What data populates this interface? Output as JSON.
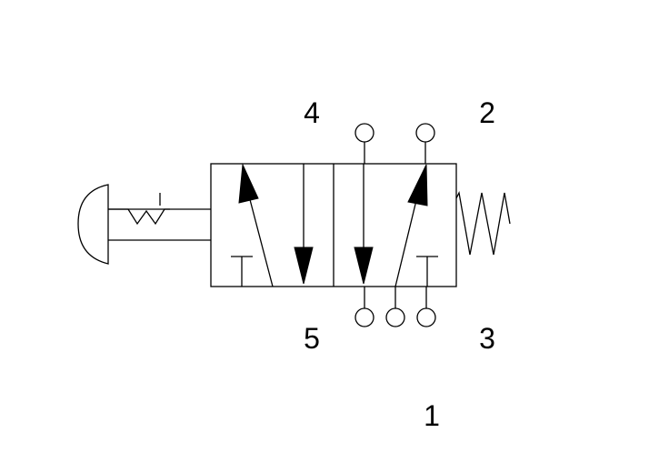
{
  "ports": {
    "p4": "4",
    "p2": "2",
    "p5": "5",
    "p3": "3",
    "p1": "1"
  },
  "colors": {
    "line": "#000000",
    "background": "#ffffff"
  },
  "icons": {
    "actuator": "push-button-icon",
    "return": "spring-icon"
  }
}
